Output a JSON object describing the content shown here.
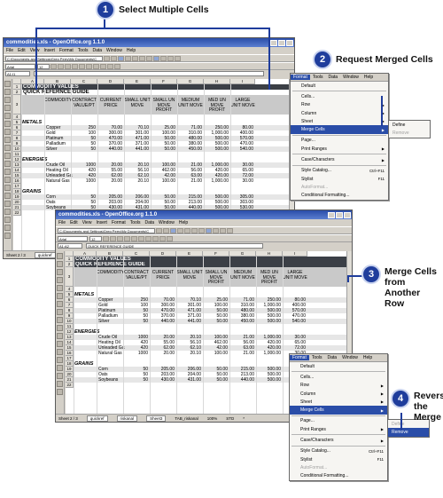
{
  "callouts": [
    {
      "n": "1",
      "text": "Select Multiple Cells"
    },
    {
      "n": "2",
      "text": "Request Merged Cells"
    },
    {
      "n": "3",
      "text": "Merge Cells from Another Row"
    },
    {
      "n": "4",
      "text": "Reverse the Merge"
    }
  ],
  "window1": {
    "title": "commodities.xls - OpenOffice.org 1.1.0",
    "menus": [
      "File",
      "Edit",
      "View",
      "Insert",
      "Format",
      "Tools",
      "Data",
      "Window",
      "Help"
    ],
    "path": "C:\\Documents and Settings\\Greg Perry\\My Documents\\C",
    "font_name": "Arial",
    "font_size": "12",
    "name_box": "A1:I1",
    "sheet_indicator": "Sheet 2 / 3",
    "tabs": [
      "quickref",
      "riskanal"
    ]
  },
  "window2": {
    "title": "commodities.xls - OpenOffice.org 1.1.0",
    "menus": [
      "File",
      "Edit",
      "View",
      "Insert",
      "Format",
      "Tools",
      "Data",
      "Window",
      "Help"
    ],
    "path": "C:\\Documents and Settings\\Greg Perry\\My Documents\\C",
    "font_name": "Arial",
    "font_size": "12",
    "name_box": "A1:A2",
    "formula": "QUICK REFERENCE GUIDE",
    "status": [
      "Sheet 2 / 3",
      "TAB_riskanal",
      "100%",
      "STD",
      "*"
    ],
    "tabs": [
      "quickref",
      "riskanal",
      "Sheet3"
    ]
  },
  "sheet": {
    "columns": [
      "A",
      "B",
      "C",
      "D",
      "E",
      "F",
      "G",
      "H",
      "I"
    ],
    "title": "COMMODITY VALUES",
    "subtitle_w1": "QUICK REFERNCE GUIDE",
    "subtitle_w2": "QUICK REFERENCE GUIDE",
    "headers": [
      "COMMODITY",
      "CONTRACT VALUE/PT",
      "CURRENT PRICE",
      "SMALL UNIT MOVE",
      "SMALL UN MOVE PROFIT",
      "MEDIUM UNIT MOVE",
      "MED UN MOVE PROFIT",
      "LARGE UNIT MOVE"
    ],
    "sections": [
      {
        "name": "METALS",
        "rows": [
          [
            "Copper",
            "250",
            "70.00",
            "70.10",
            "25.00",
            "71.00",
            "250.00",
            "80.00"
          ],
          [
            "Gold",
            "100",
            "300.00",
            "301.00",
            "100.00",
            "310.00",
            "1,000.00",
            "400.00"
          ],
          [
            "Platinum",
            "50",
            "470.00",
            "471.00",
            "50.00",
            "480.00",
            "500.00",
            "570.00"
          ],
          [
            "Palladium",
            "50",
            "370.00",
            "371.00",
            "50.00",
            "380.00",
            "500.00",
            "470.00"
          ],
          [
            "Silver",
            "50",
            "440.00",
            "441.00",
            "50.00",
            "450.00",
            "500.00",
            "540.00"
          ]
        ]
      },
      {
        "name": "ENERGIES",
        "rows": [
          [
            "Crude Oil",
            "1000",
            "20.00",
            "20.10",
            "100.00",
            "21.00",
            "1,000.00",
            "30.00"
          ],
          [
            "Heating Oil",
            "420",
            "55.00",
            "56.10",
            "462.00",
            "56.00",
            "420.00",
            "65.00"
          ],
          [
            "Unleaded Gas",
            "420",
            "62.00",
            "62.10",
            "42.00",
            "63.00",
            "420.00",
            "72.00"
          ],
          [
            "Natural Gas",
            "1000",
            "20.00",
            "20.10",
            "100.00",
            "21.00",
            "1,000.00",
            "30.00"
          ]
        ]
      },
      {
        "name": "GRAINS",
        "rows": [
          [
            "Corn",
            "50",
            "205.00",
            "206.00",
            "50.00",
            "215.00",
            "500.00",
            "305.00"
          ],
          [
            "Oats",
            "50",
            "203.00",
            "204.00",
            "50.00",
            "213.00",
            "500.00",
            "303.00"
          ],
          [
            "Soybeans",
            "50",
            "430.00",
            "431.00",
            "50.00",
            "440.00",
            "500.00",
            "530.00"
          ]
        ]
      }
    ]
  },
  "menu": {
    "bar": [
      "Format",
      "Tools",
      "Data",
      "Window",
      "Help"
    ],
    "items": [
      {
        "label": "Default",
        "shortcut": "",
        "sub": false,
        "disabled": false
      },
      {
        "sep": true
      },
      {
        "label": "Cells...",
        "shortcut": "",
        "sub": false,
        "disabled": false
      },
      {
        "label": "Row",
        "shortcut": "",
        "sub": true,
        "disabled": false
      },
      {
        "label": "Column",
        "shortcut": "",
        "sub": true,
        "disabled": false
      },
      {
        "label": "Sheet",
        "shortcut": "",
        "sub": true,
        "disabled": false
      },
      {
        "label": "Merge Cells",
        "shortcut": "",
        "sub": true,
        "disabled": false,
        "highlight": true
      },
      {
        "sep": true
      },
      {
        "label": "Page...",
        "shortcut": "",
        "sub": false,
        "disabled": false
      },
      {
        "label": "Print Ranges",
        "shortcut": "",
        "sub": true,
        "disabled": false
      },
      {
        "sep": true
      },
      {
        "label": "Case/Characters",
        "shortcut": "",
        "sub": true,
        "disabled": false
      },
      {
        "sep": true
      },
      {
        "label": "Style Catalog...",
        "shortcut": "Ctrl+F11",
        "sub": false,
        "disabled": false
      },
      {
        "label": "Stylist",
        "shortcut": "F11",
        "sub": false,
        "disabled": false
      },
      {
        "label": "AutoFormat...",
        "shortcut": "",
        "sub": false,
        "disabled": true
      },
      {
        "label": "Conditional Formatting...",
        "shortcut": "",
        "sub": false,
        "disabled": false
      }
    ],
    "submenu": [
      "Define",
      "Remove"
    ]
  }
}
